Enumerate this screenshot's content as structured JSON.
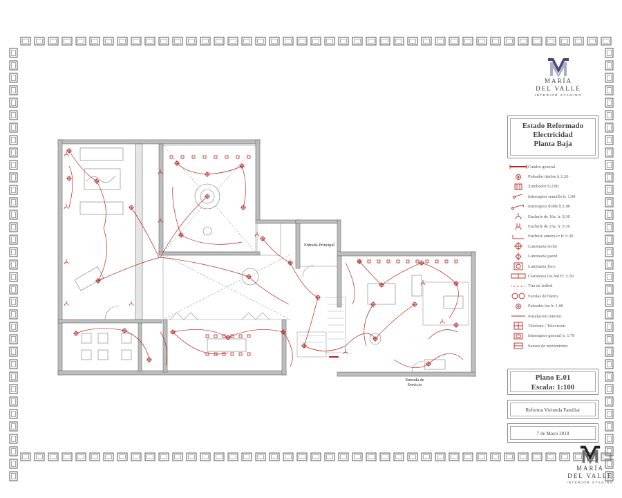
{
  "branding": {
    "name_line1": "MARÍA",
    "name_line2": "DEL VALLE",
    "tagline": "INTERIOR STAGING",
    "logo_color": "#6a6a9a"
  },
  "title_block": {
    "line1": "Estado Reformado",
    "line2": "Electricidad",
    "line3": "Planta Baja"
  },
  "legend": [
    {
      "icon": "cuadro-general-icon",
      "label": "Cuadro general"
    },
    {
      "icon": "pulsador-timbre-icon",
      "label": "Pulsador timbre h:1.20"
    },
    {
      "icon": "zumbador-icon",
      "label": "Zumbador h:2.80"
    },
    {
      "icon": "interruptor-sencillo-icon",
      "label": "Interruptor sencillo h: 1.00"
    },
    {
      "icon": "interruptor-doble-icon",
      "label": "Interruptor doble h:1.00"
    },
    {
      "icon": "enchufe-16a-icon",
      "label": "Enchufe de 16a. h: 0.30"
    },
    {
      "icon": "enchufe-25a-icon",
      "label": "Enchufe de 25a. h: 0.30"
    },
    {
      "icon": "enchufe-antena-icon",
      "label": "Enchufe antena tv h: 0.30"
    },
    {
      "icon": "luminaria-techo-icon",
      "label": "Luminaria techo"
    },
    {
      "icon": "luminaria-pared-icon",
      "label": "Luminaria pared"
    },
    {
      "icon": "luminaria-foco-icon",
      "label": "Luminaria foco"
    },
    {
      "icon": "claraboya-icon",
      "label": "Claraboya luz led H: 2.50"
    },
    {
      "icon": "tira-leds-icon",
      "label": "Tira de ledled"
    },
    {
      "icon": "farolas-hierro-icon",
      "label": "Farolas de hierro"
    },
    {
      "icon": "pulsador-luz-icon",
      "label": "Pulsador luz h: 1.00"
    },
    {
      "icon": "instalacion-interior-icon",
      "label": "Instalacion interior"
    },
    {
      "icon": "telefono-television-icon",
      "label": "Telefono / Television"
    },
    {
      "icon": "interruptor-general-icon",
      "label": "Interruptor general h: 1.70"
    },
    {
      "icon": "sensor-movimiento-icon",
      "label": "Sensor de movimiento"
    }
  ],
  "plan_labels": {
    "entrada_principal": "Entrada Principal",
    "entrada_servicio": "Entrada de Servicio"
  },
  "plano": {
    "number": "Plano E.01",
    "scale": "Escala: 1:100"
  },
  "project": "Reforma Vivienda Familiar",
  "date": "7 de Mayo 2018",
  "colors": {
    "wiring": "#b52020",
    "walls": "#777777",
    "frame": "#555555"
  }
}
